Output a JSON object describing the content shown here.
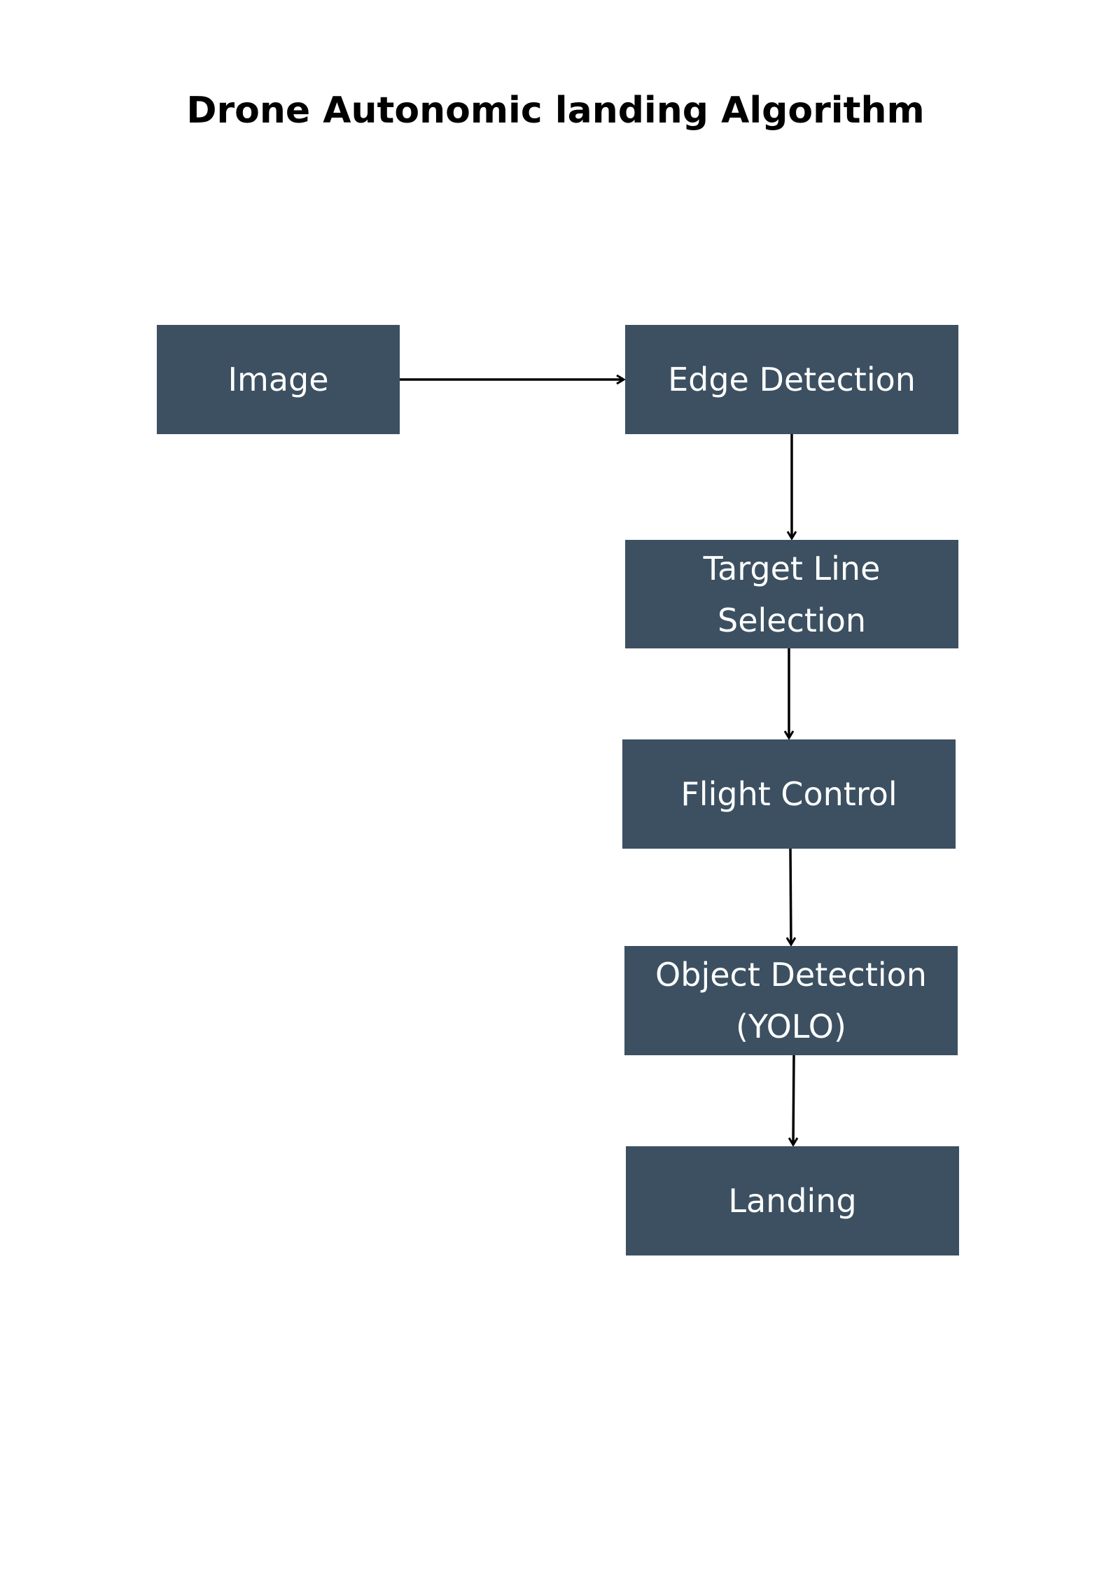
{
  "title": "Drone Autonomic landing Algorithm",
  "colors": {
    "box_fill": "#3c5061",
    "box_text": "#ffffff",
    "arrow": "#000000",
    "background": "#ffffff"
  },
  "nodes": {
    "image": {
      "lines": [
        "Image"
      ]
    },
    "edge_detection": {
      "lines": [
        "Edge Detection"
      ]
    },
    "target_line_selection": {
      "lines": [
        "Target Line",
        "Selection"
      ]
    },
    "flight_control": {
      "lines": [
        "Flight Control"
      ]
    },
    "object_detection": {
      "lines": [
        "Object Detection",
        "(YOLO)"
      ]
    },
    "landing": {
      "lines": [
        "Landing"
      ]
    }
  },
  "edges": [
    {
      "from": "image",
      "to": "edge_detection"
    },
    {
      "from": "edge_detection",
      "to": "target_line_selection"
    },
    {
      "from": "target_line_selection",
      "to": "flight_control"
    },
    {
      "from": "flight_control",
      "to": "object_detection"
    },
    {
      "from": "object_detection",
      "to": "landing"
    }
  ]
}
